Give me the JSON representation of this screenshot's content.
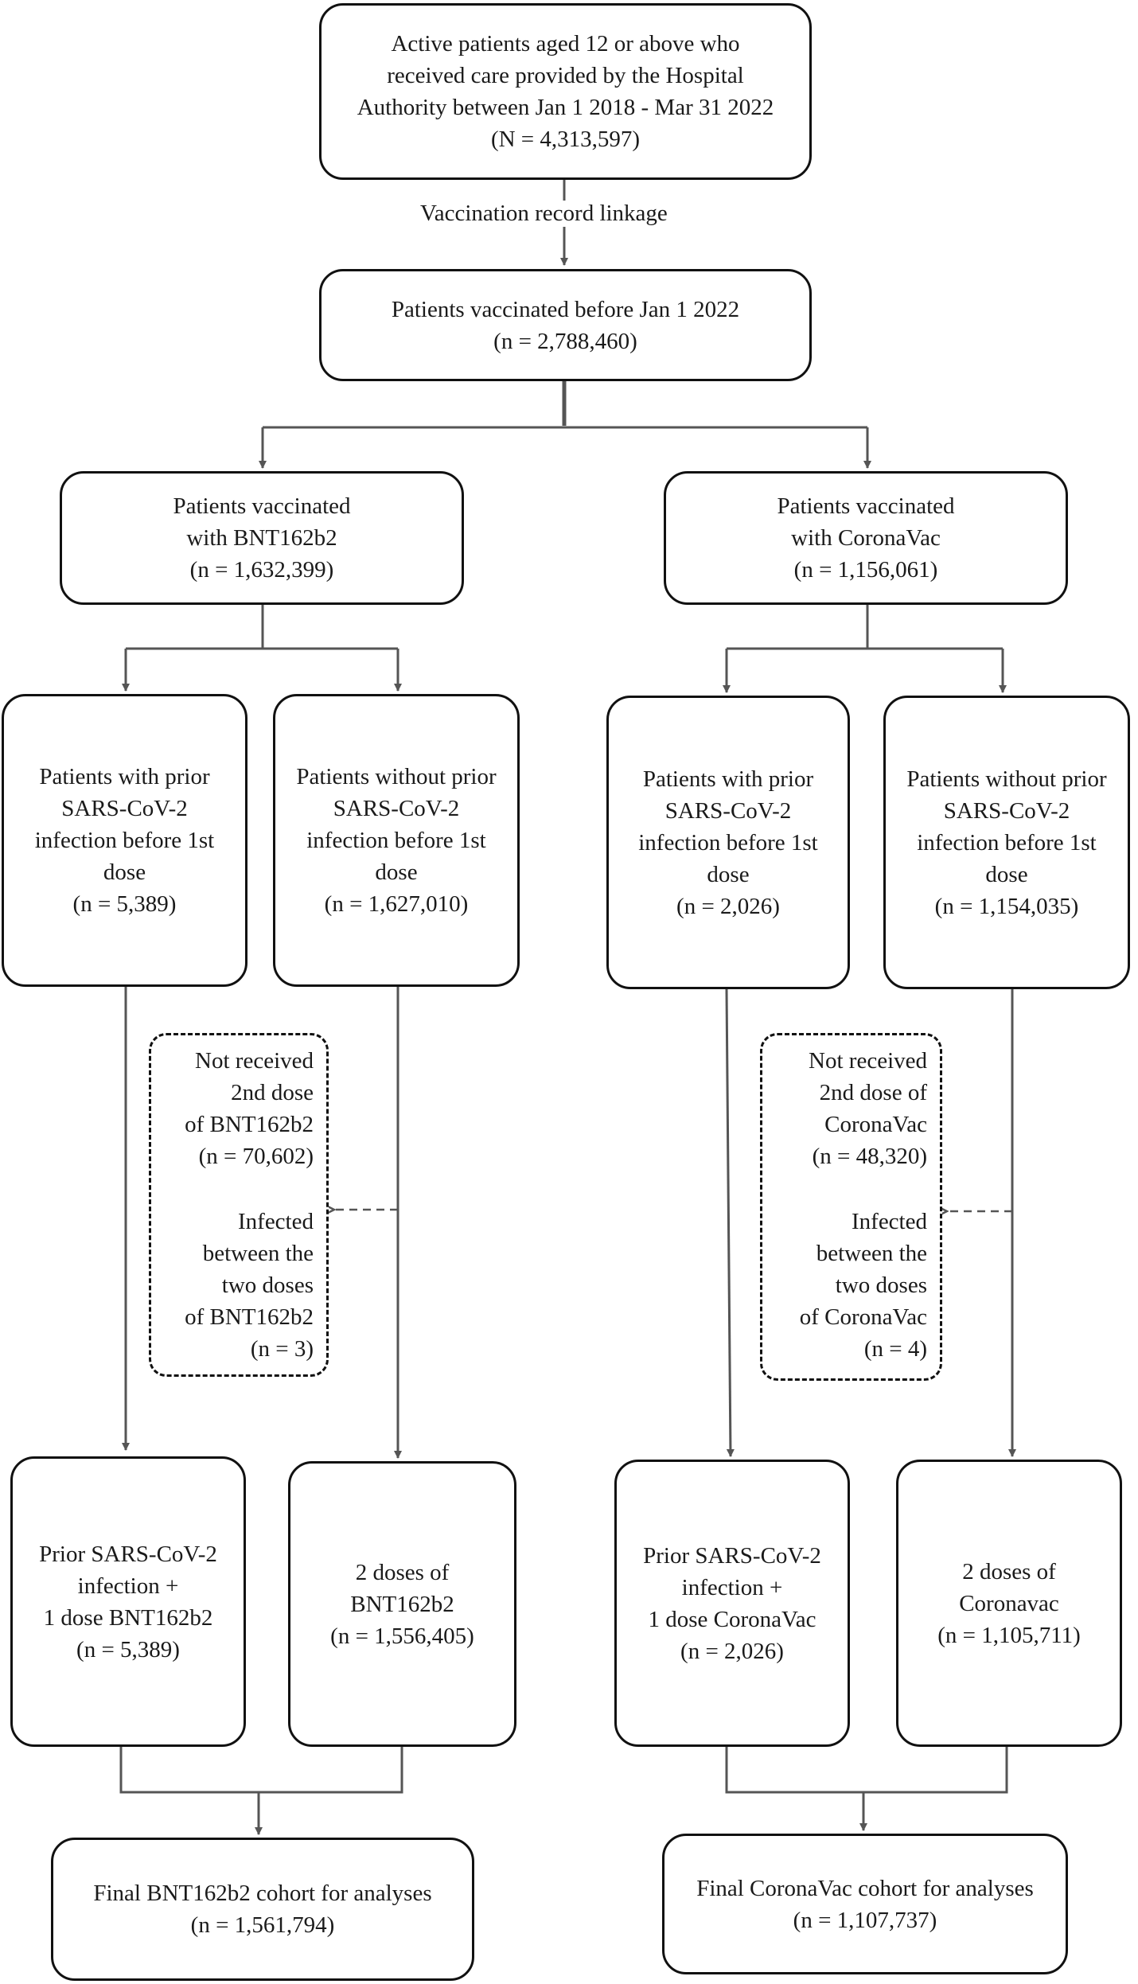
{
  "top": {
    "lines": [
      "Active patients aged 12 or above who",
      "received care provided by the Hospital",
      "Authority between Jan 1 2018 - Mar 31 2022",
      "(N = 4,313,597)"
    ]
  },
  "linkage_label": "Vaccination record linkage",
  "vaccinated": {
    "lines": [
      "Patients vaccinated before Jan 1 2022",
      "(n = 2,788,460)"
    ]
  },
  "bnt": {
    "group": {
      "lines": [
        "Patients vaccinated",
        "with BNT162b2",
        "(n = 1,632,399)"
      ]
    },
    "prior": {
      "lines": [
        "Patients with prior",
        "SARS-CoV-2",
        "infection before 1st",
        "dose",
        "(n = 5,389)"
      ]
    },
    "noprior": {
      "lines": [
        "Patients without prior",
        "SARS-CoV-2",
        "infection before 1st",
        "dose",
        "(n = 1,627,010)"
      ]
    },
    "excluded": {
      "a": [
        "Not received",
        "2nd dose",
        "of BNT162b2",
        "(n = 70,602)"
      ],
      "b": [
        "Infected",
        "between the",
        "two doses",
        "of BNT162b2",
        "(n = 3)"
      ]
    },
    "prior_final": {
      "lines": [
        "Prior SARS-CoV-2",
        "infection +",
        "1 dose BNT162b2",
        "(n = 5,389)"
      ]
    },
    "two_doses": {
      "lines": [
        "2 doses of",
        "BNT162b2",
        "(n = 1,556,405)"
      ]
    },
    "cohort": {
      "lines": [
        "Final BNT162b2 cohort for analyses",
        "(n = 1,561,794)"
      ]
    }
  },
  "cv": {
    "group": {
      "lines": [
        "Patients vaccinated",
        "with CoronaVac",
        "(n = 1,156,061)"
      ]
    },
    "prior": {
      "lines": [
        "Patients with prior",
        "SARS-CoV-2",
        "infection before 1st",
        "dose",
        "(n = 2,026)"
      ]
    },
    "noprior": {
      "lines": [
        "Patients without prior",
        "SARS-CoV-2",
        "infection before 1st",
        "dose",
        "(n = 1,154,035)"
      ]
    },
    "excluded": {
      "a": [
        "Not received",
        "2nd dose of",
        "CoronaVac",
        "(n = 48,320)"
      ],
      "b": [
        "Infected",
        "between the",
        "two doses",
        "of CoronaVac",
        "(n = 4)"
      ]
    },
    "prior_final": {
      "lines": [
        "Prior SARS-CoV-2",
        "infection +",
        "1 dose CoronaVac",
        "(n = 2,026)"
      ]
    },
    "two_doses": {
      "lines": [
        "2 doses of",
        "Coronavac",
        "(n = 1,105,711)"
      ]
    },
    "cohort": {
      "lines": [
        "Final CoronaVac cohort for analyses",
        "(n = 1,107,737)"
      ]
    }
  }
}
